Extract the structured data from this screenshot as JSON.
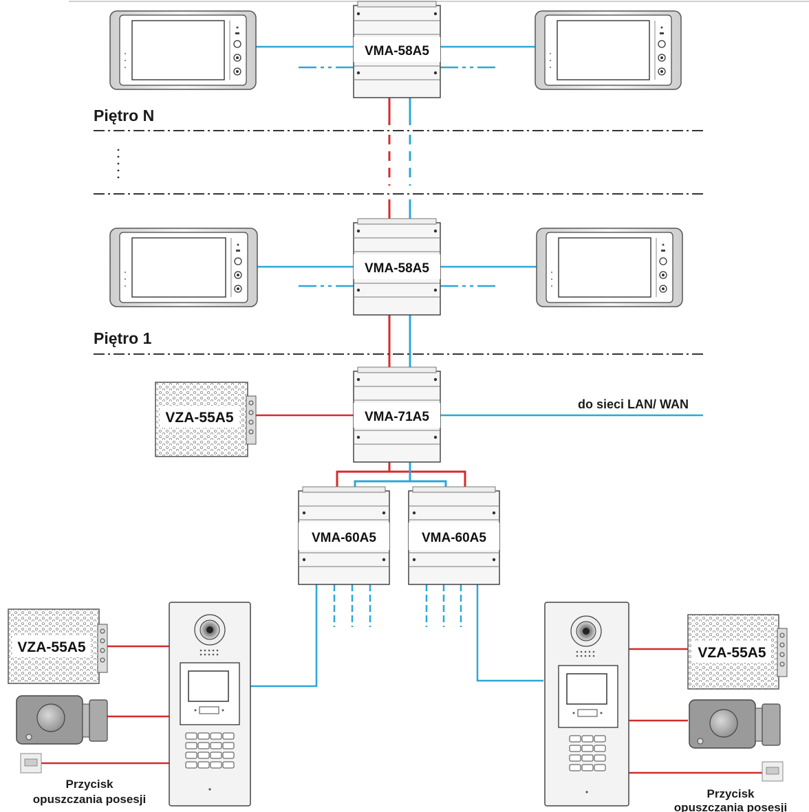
{
  "floors": {
    "top_label": "Piętro N",
    "bottom_label": "Piętro 1"
  },
  "modules": {
    "dist_top": "VMA-58A5",
    "dist_floor1": "VMA-58A5",
    "controller": "VMA-71A5",
    "splitter_left": "VMA-60A5",
    "splitter_right": "VMA-60A5"
  },
  "power_supplies": {
    "main": "VZA-55A5",
    "left": "VZA-55A5",
    "right": "VZA-55A5"
  },
  "network": {
    "label": "do sieci LAN/ WAN"
  },
  "exit_button": {
    "left_line1": "Przycisk",
    "left_line2": "opuszczania posesji",
    "right_line1": "Przycisk",
    "right_line2": "opuszczania posesji"
  },
  "colors": {
    "power_wire": "#d42a2a",
    "bus_wire": "#2aa7d8",
    "divider": "#333333"
  }
}
